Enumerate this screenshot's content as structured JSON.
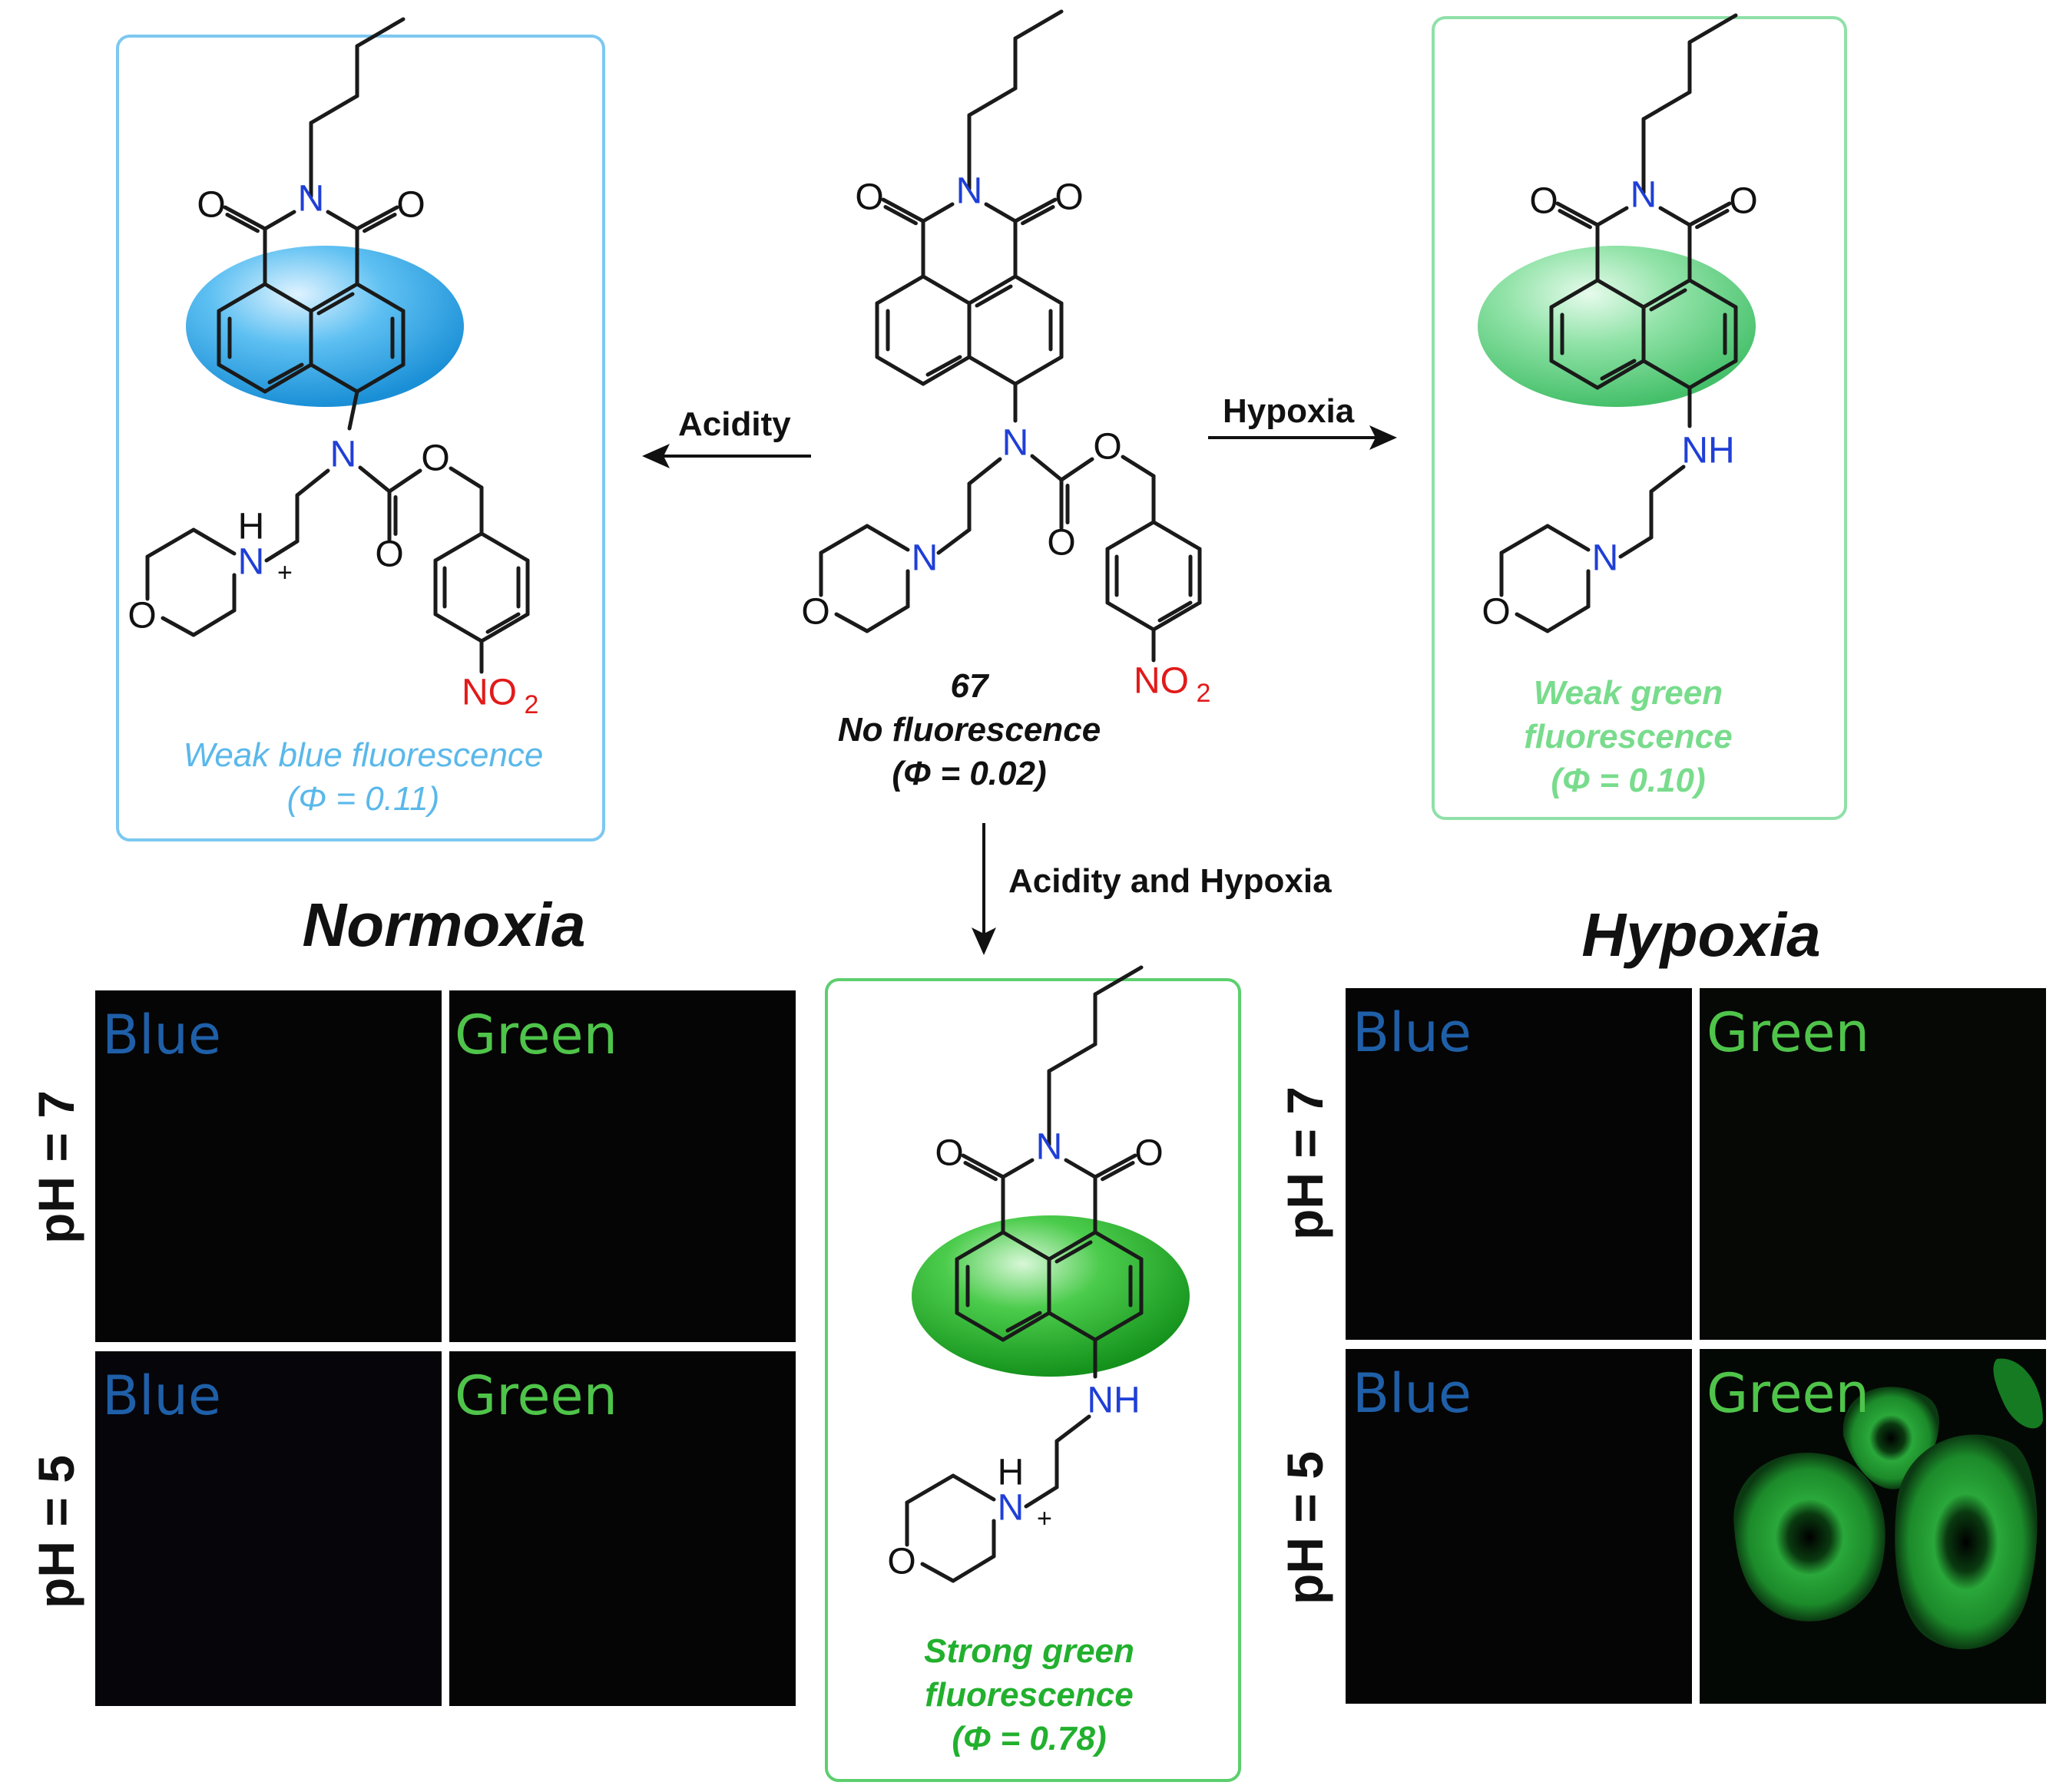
{
  "compound_label": "67",
  "center": {
    "caption": "No fluorescence",
    "quantum_yield": "(Φ = 0.02)"
  },
  "left": {
    "caption": "Weak blue fluorescence",
    "quantum_yield": "(Φ = 0.11)"
  },
  "right": {
    "caption_line1": "Weak green",
    "caption_line2": "fluorescence",
    "quantum_yield": "(Φ = 0.10)"
  },
  "bottom": {
    "caption_line1": "Strong green",
    "caption_line2": "fluorescence",
    "quantum_yield": "(Φ = 0.78)"
  },
  "arrows": {
    "left": "Acidity",
    "right": "Hypoxia",
    "down": "Acidity and Hypoxia"
  },
  "panels": {
    "normoxia_title": "Normoxia",
    "hypoxia_title": "Hypoxia",
    "row_labels": [
      "pH = 7",
      "pH = 5"
    ],
    "channels": [
      "Blue",
      "Green"
    ]
  },
  "atoms": {
    "N": "N",
    "O": "O",
    "NH": "NH",
    "H": "H",
    "NO": "NO",
    "sub2": "2",
    "plus": "+"
  },
  "colors": {
    "blue_box": "#7cc8f0",
    "green_box": "#8fe0a8",
    "bottom_box": "#5ccf6e",
    "blue_caption": "#5ab8ea",
    "light_green_caption": "#78dc8c",
    "strong_green_caption": "#22b02e",
    "nitrogen": "#1f3fd6",
    "nitro": "#e21a1a",
    "blue_label": "#1f5fa8",
    "green_label": "#4fc44a"
  }
}
